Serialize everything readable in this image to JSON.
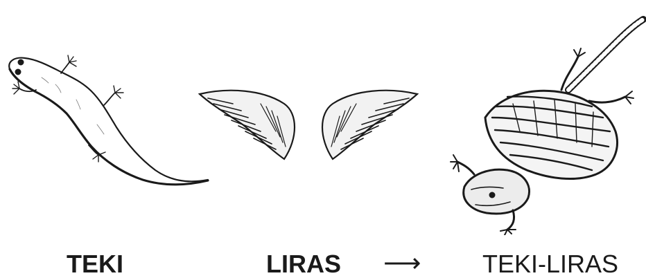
{
  "panels": [
    {
      "name": "gecko",
      "label": "TEKI",
      "weight": "bold"
    },
    {
      "name": "wings",
      "label": "LIRAS",
      "weight": "bold"
    },
    {
      "name": "flying-gecko",
      "label": "TEKI-LIRAS",
      "weight": "normal"
    }
  ],
  "operator": {
    "symbol": "⟶"
  },
  "colors": {
    "ink": "#1a1a1a",
    "background": "#ffffff"
  }
}
